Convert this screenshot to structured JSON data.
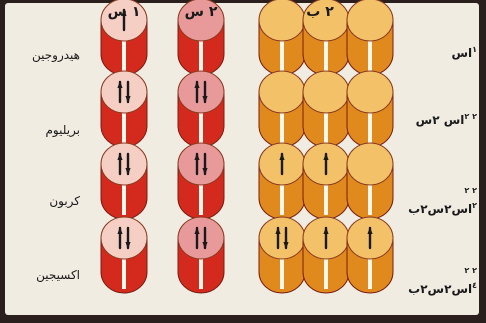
{
  "colors": {
    "s1_top": "#f5cfc4",
    "s2_top": "#e89a9a",
    "s_body": "#d42a1e",
    "p_top": "#f2c168",
    "p_body": "#e08a1e",
    "arrow": "#1a1a1a"
  },
  "headers": {
    "s1": "١ س",
    "s2": "٢ س",
    "p2": "٢ ب"
  },
  "rows": [
    {
      "element": "هيدروجين",
      "config": "اس",
      "config_sup": "١",
      "s1": 1,
      "s2": 0,
      "p": [
        0,
        0,
        0
      ]
    },
    {
      "element": "بريليوم",
      "config": "اس ٢س",
      "config_sup": "٢ ٢",
      "s1": 2,
      "s2": 2,
      "p": [
        0,
        0,
        0
      ]
    },
    {
      "element": "كربون",
      "config": "اس٢س٢ب",
      "config_sup": "٢ ٢ ٢",
      "s1": 2,
      "s2": 2,
      "p": [
        1,
        1,
        0
      ]
    },
    {
      "element": "اكسيجين",
      "config": "اس٢س٢ب",
      "config_sup": "٢ ٢ ٤",
      "s1": 2,
      "s2": 2,
      "p": [
        2,
        1,
        1
      ]
    }
  ]
}
